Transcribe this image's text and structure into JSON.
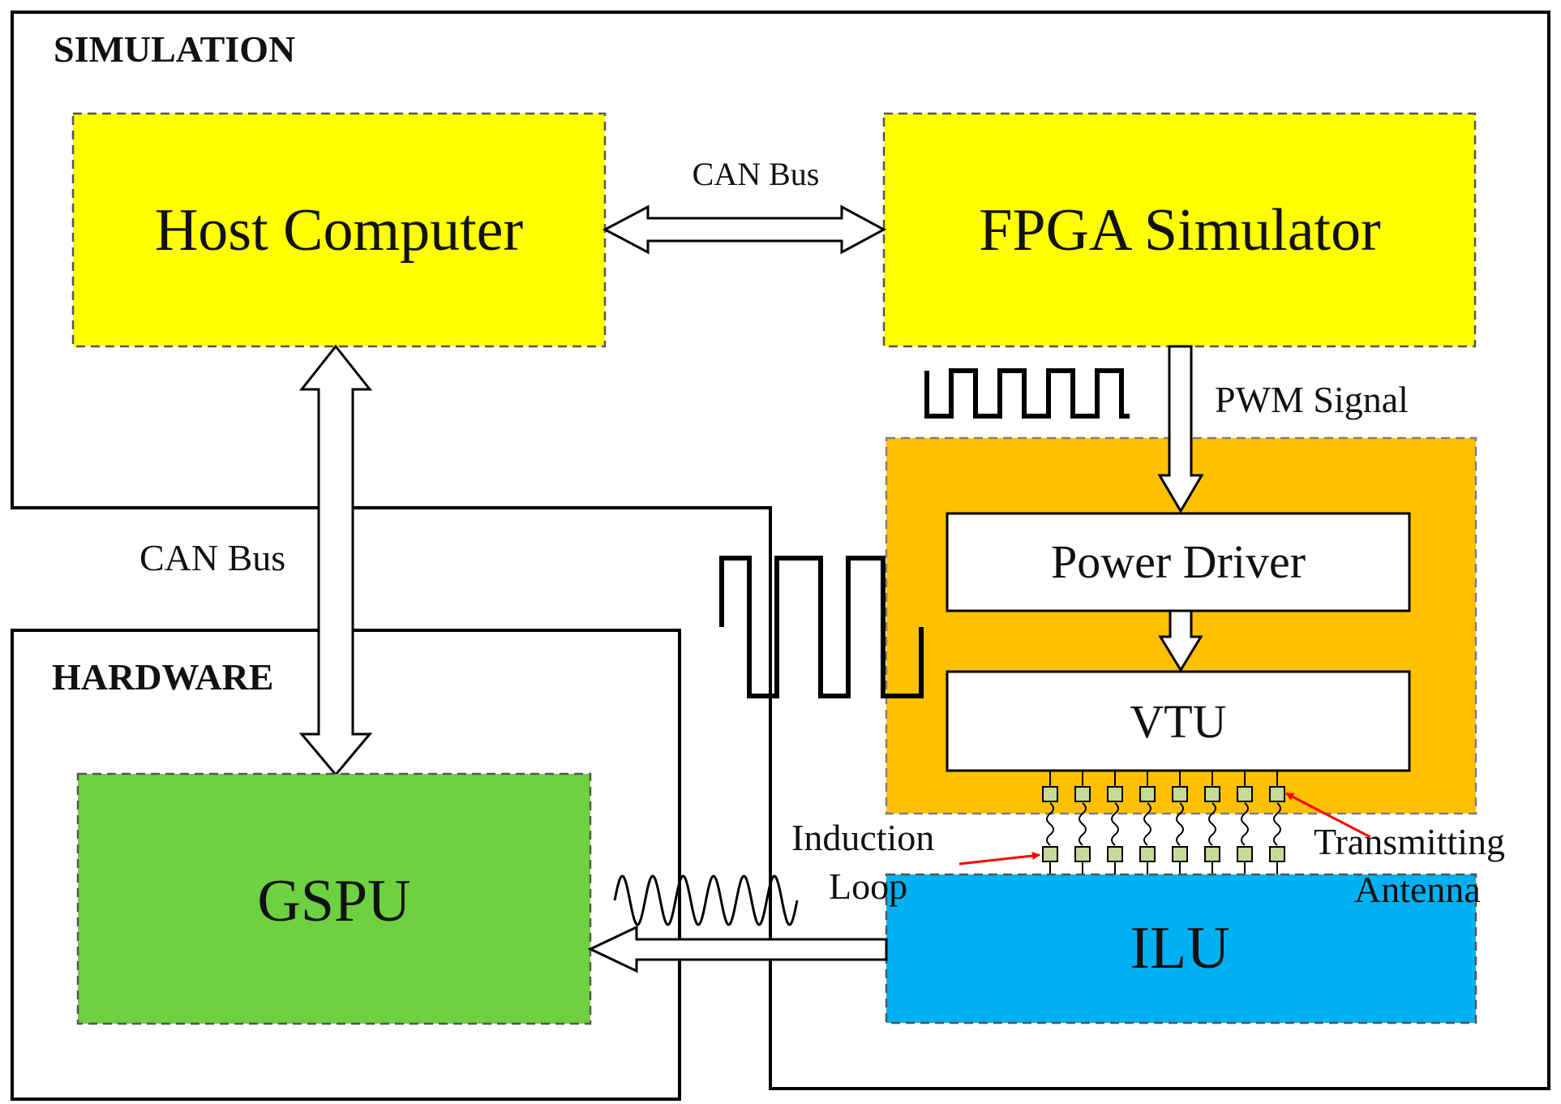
{
  "regions": {
    "simulation": "SIMULATION",
    "hardware": "HARDWARE"
  },
  "blocks": {
    "host_computer": "Host Computer",
    "fpga_simulator": "FPGA Simulator",
    "power_driver": "Power Driver",
    "vtu": "VTU",
    "gspu": "GSPU",
    "ilu": "ILU"
  },
  "labels": {
    "can_bus_top": "CAN Bus",
    "can_bus_left": "CAN Bus",
    "pwm_signal": "PWM Signal",
    "induction": "Induction",
    "loop": "Loop",
    "transmitting": "Transmitting",
    "antenna": "Antenna"
  },
  "colors": {
    "host_fill": "#ffff00",
    "fpga_fill": "#ffff00",
    "driver_group_fill": "#ffc000",
    "gspu_fill": "#6dd142",
    "ilu_fill": "#00b0f0",
    "antenna_pad": "#c6d89a",
    "annotation_red": "#ff0000"
  }
}
